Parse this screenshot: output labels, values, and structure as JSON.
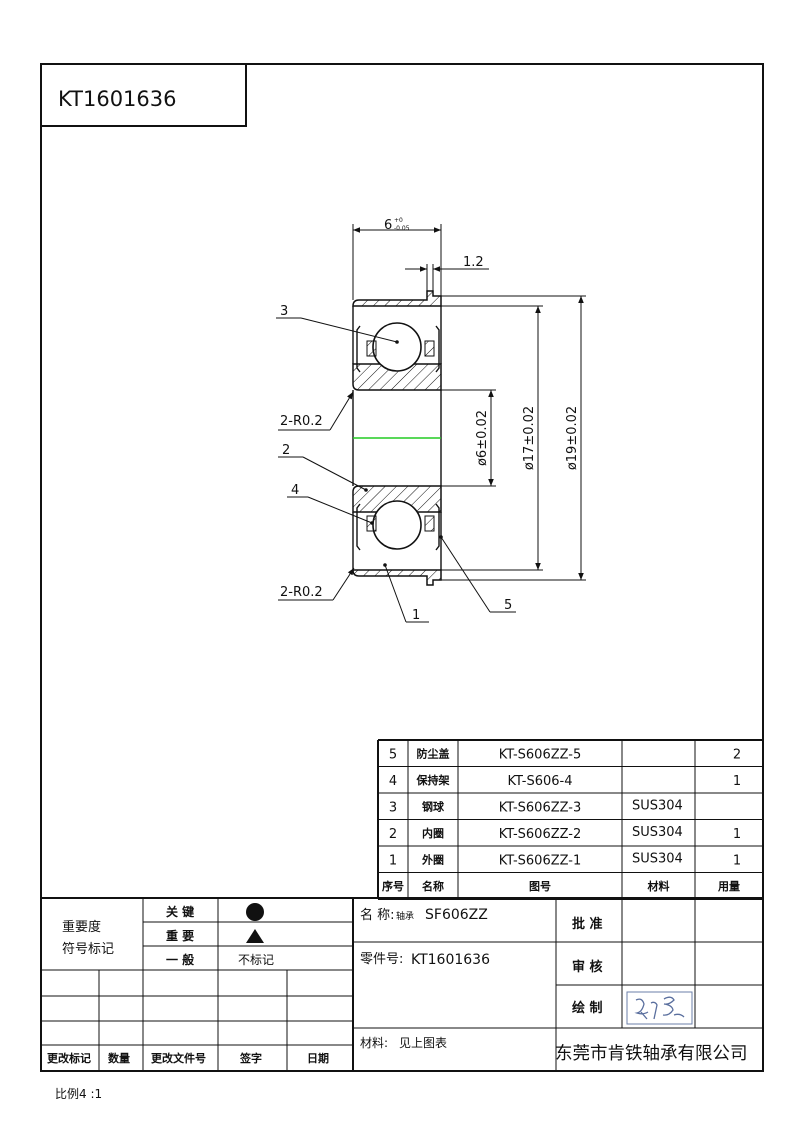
{
  "drawing_number_box": "KT1601636",
  "dimensions": {
    "width": "6",
    "width_tol_upper": "+0",
    "width_tol_lower": "-0.05",
    "shield_offset": "1.2",
    "bore": "ø6±0.02",
    "od_17": "ø17±0.02",
    "od_19": "ø19±0.02",
    "radius_top": "2-R0.2",
    "radius_bottom": "2-R0.2"
  },
  "callouts": [
    "3",
    "2",
    "4",
    "1",
    "5"
  ],
  "bom": {
    "rows": [
      {
        "no": "5",
        "name": "防尘盖",
        "drawing_no": "KT-S606ZZ-5",
        "material": "",
        "qty": "2"
      },
      {
        "no": "4",
        "name": "保持架",
        "drawing_no": "KT-S606-4",
        "material": "",
        "qty": "1"
      },
      {
        "no": "3",
        "name": "钢球",
        "drawing_no": "KT-S606ZZ-3",
        "material": "SUS304",
        "qty": ""
      },
      {
        "no": "2",
        "name": "内圈",
        "drawing_no": "KT-S606ZZ-2",
        "material": "SUS304",
        "qty": "1"
      },
      {
        "no": "1",
        "name": "外圈",
        "drawing_no": "KT-S606ZZ-1",
        "material": "SUS304",
        "qty": "1"
      }
    ],
    "headers": {
      "no": "序号",
      "name": "名称",
      "drawing_no": "图号",
      "material": "材料",
      "qty": "用量"
    }
  },
  "title_block": {
    "importance_line1": "重要度",
    "importance_line2": "符号标记",
    "level_key": "关 键",
    "level_important": "重 要",
    "level_general": "一 般",
    "no_mark": "不标记",
    "name_label": "名 称:",
    "name_prefix": "轴承",
    "name_value": "SF606ZZ",
    "part_no_label": "零件号:",
    "part_no_value": "KT1601636",
    "material_label": "材料:",
    "material_value": "见上图表",
    "approve": "批 准",
    "review": "审 核",
    "draw": "绘 制",
    "company": "东莞市肯铁轴承有限公司",
    "rev_mark": "更改标记",
    "quantity": "数量",
    "rev_doc": "更改文件号",
    "signature": "签字",
    "date": "日期"
  },
  "scale_text": "比例4 :1",
  "colors": {
    "line": "#111111",
    "center_line": "#22cc22",
    "hatch": "#111111"
  }
}
